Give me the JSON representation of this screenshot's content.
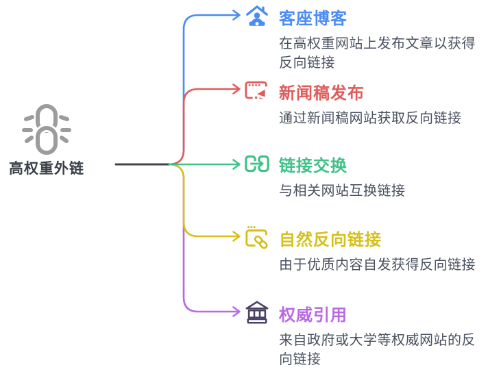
{
  "root": {
    "label": "高权重外链",
    "icon": "chain-link-icon",
    "icon_color": "#9c9c9c",
    "label_color": "#3b4047"
  },
  "connectors": {
    "trunk_color": "#3f4448"
  },
  "desc_color": "#4a5160",
  "branches": [
    {
      "title": "客座博客",
      "desc": "在高权重网站上发布文章以获得反向链接",
      "color": "#4a8cf3",
      "icon": "guest-blog-house-icon",
      "icon_color": "#4a8cf3"
    },
    {
      "title": "新闻稿发布",
      "desc": "通过新闻稿网站获取反向链接",
      "color": "#e05c5c",
      "icon": "press-release-icon",
      "icon_color": "#e05c5c"
    },
    {
      "title": "链接交换",
      "desc": "与相关网站互换链接",
      "color": "#3fc287",
      "icon": "link-exchange-icon",
      "icon_color": "#3fc287"
    },
    {
      "title": "自然反向链接",
      "desc": "由于优质内容自发获得反向链接",
      "color": "#d6c019",
      "icon": "browser-link-icon",
      "icon_color": "#d2bf12"
    },
    {
      "title": "权威引用",
      "desc": "来自政府或大学等权威网站的反向链接",
      "color": "#ba68e8",
      "icon": "bank-building-icon",
      "icon_color": "#4b4164"
    }
  ]
}
